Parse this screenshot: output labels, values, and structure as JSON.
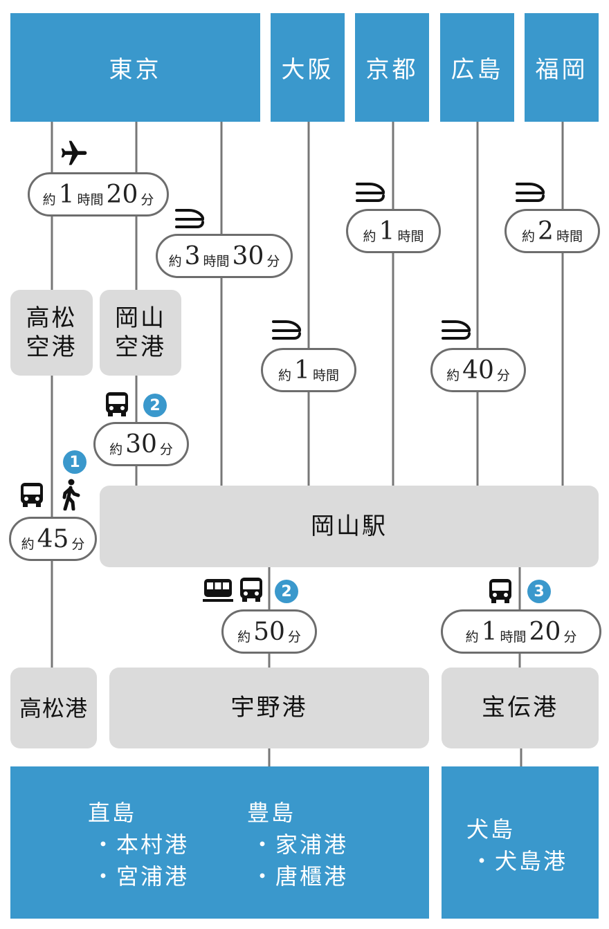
{
  "origins": {
    "tokyo": "東京",
    "osaka": "大阪",
    "kyoto": "京都",
    "hiroshima": "広島",
    "fukuoka": "福岡"
  },
  "airports": {
    "takamatsu": "高松\n空港",
    "okayama": "岡山\n空港"
  },
  "station": "岡山駅",
  "ports": {
    "takamatsu": "高松港",
    "uno": "宇野港",
    "hoden": "宝伝港"
  },
  "durations": {
    "flight_tokyo": {
      "pre": "約",
      "parts": [
        [
          "1",
          "lg"
        ],
        [
          "時間",
          "sm"
        ],
        [
          "20",
          "lg"
        ],
        [
          "分",
          "sm"
        ]
      ]
    },
    "shinkansen_tokyo": {
      "pre": "約",
      "parts": [
        [
          "3",
          "lg"
        ],
        [
          "時間",
          "sm"
        ],
        [
          "30",
          "lg"
        ],
        [
          "分",
          "sm"
        ]
      ]
    },
    "shinkansen_kyoto": {
      "pre": "約",
      "parts": [
        [
          "1",
          "lg"
        ],
        [
          "時間",
          "sm"
        ]
      ]
    },
    "shinkansen_fukuoka": {
      "pre": "約",
      "parts": [
        [
          "2",
          "lg"
        ],
        [
          "時間",
          "sm"
        ]
      ]
    },
    "shinkansen_osaka": {
      "pre": "約",
      "parts": [
        [
          "1",
          "lg"
        ],
        [
          "時間",
          "sm"
        ]
      ]
    },
    "shinkansen_hiroshima": {
      "pre": "約",
      "parts": [
        [
          "40",
          "lg"
        ],
        [
          "分",
          "sm"
        ]
      ]
    },
    "bus_okayama_airport": {
      "pre": "約",
      "parts": [
        [
          "30",
          "lg"
        ],
        [
          "分",
          "sm"
        ]
      ]
    },
    "bus_takamatsu": {
      "pre": "約",
      "parts": [
        [
          "45",
          "lg"
        ],
        [
          "分",
          "sm"
        ]
      ]
    },
    "to_uno": {
      "pre": "約",
      "parts": [
        [
          "50",
          "lg"
        ],
        [
          "分",
          "sm"
        ]
      ]
    },
    "to_hoden": {
      "pre": "約",
      "parts": [
        [
          "1",
          "lg"
        ],
        [
          "時間",
          "sm"
        ],
        [
          "20",
          "lg"
        ],
        [
          "分",
          "sm"
        ]
      ]
    }
  },
  "badges": {
    "one": "1",
    "two_a": "2",
    "two_b": "2",
    "three": "3"
  },
  "destinations": {
    "naoshima": {
      "name": "直島",
      "ports": [
        "・本村港",
        "・宮浦港"
      ]
    },
    "teshima": {
      "name": "豊島",
      "ports": [
        "・家浦港",
        "・唐櫃港"
      ]
    },
    "inujima": {
      "name": "犬島",
      "ports": [
        "・犬島港"
      ]
    }
  },
  "colors": {
    "accent": "#3a98cc",
    "box_gray": "#dbdbdb",
    "line_gray": "#777777"
  },
  "icons": [
    "airplane-icon",
    "shinkansen-icon",
    "bus-icon",
    "walking-person-icon",
    "train-icon"
  ]
}
